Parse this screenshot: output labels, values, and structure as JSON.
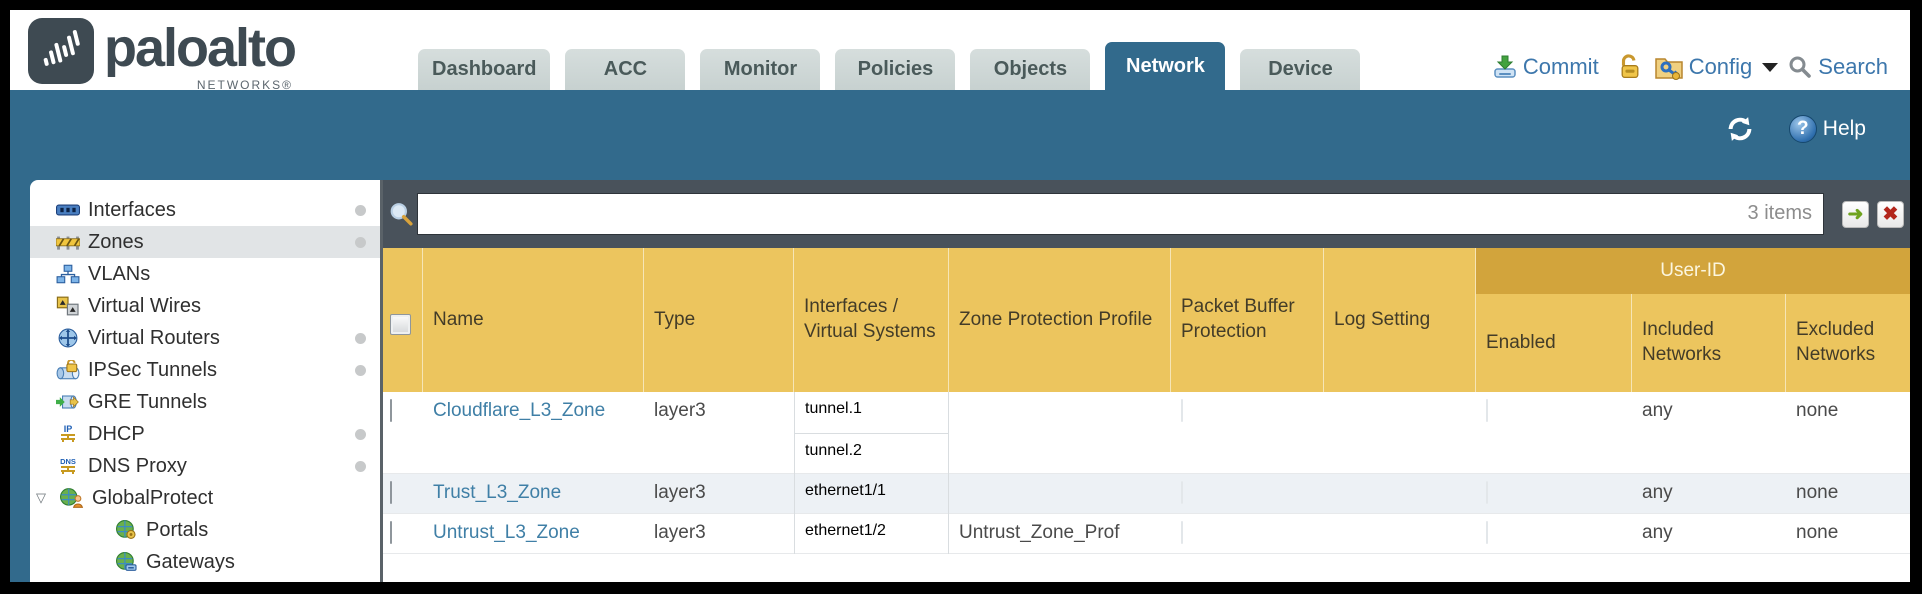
{
  "brand": {
    "name": "paloalto",
    "sub": "NETWORKS®"
  },
  "tabs": [
    {
      "label": "Dashboard",
      "active": false
    },
    {
      "label": "ACC",
      "active": false
    },
    {
      "label": "Monitor",
      "active": false
    },
    {
      "label": "Policies",
      "active": false
    },
    {
      "label": "Objects",
      "active": false
    },
    {
      "label": "Network",
      "active": true
    },
    {
      "label": "Device",
      "active": false
    }
  ],
  "utilities": {
    "commit_label": "Commit",
    "config_label": "Config",
    "search_label": "Search"
  },
  "banner": {
    "help_label": "Help"
  },
  "sidebar": {
    "items": [
      {
        "label": "Interfaces",
        "icon": "interfaces-icon",
        "dot": true
      },
      {
        "label": "Zones",
        "icon": "zones-icon",
        "dot": true,
        "selected": true
      },
      {
        "label": "VLANs",
        "icon": "vlans-icon",
        "dot": false
      },
      {
        "label": "Virtual Wires",
        "icon": "virtual-wires-icon",
        "dot": false
      },
      {
        "label": "Virtual Routers",
        "icon": "virtual-routers-icon",
        "dot": true
      },
      {
        "label": "IPSec Tunnels",
        "icon": "ipsec-tunnels-icon",
        "dot": true
      },
      {
        "label": "GRE Tunnels",
        "icon": "gre-tunnels-icon",
        "dot": false
      },
      {
        "label": "DHCP",
        "icon": "dhcp-icon",
        "dot": true
      },
      {
        "label": "DNS Proxy",
        "icon": "dns-proxy-icon",
        "dot": true
      },
      {
        "label": "GlobalProtect",
        "icon": "globalprotect-icon",
        "dot": false,
        "expanded": true
      },
      {
        "label": "Portals",
        "icon": "portals-icon",
        "dot": false,
        "child": true
      },
      {
        "label": "Gateways",
        "icon": "gateways-icon",
        "dot": false,
        "child": true
      }
    ]
  },
  "toolbar": {
    "items_count": "3 items"
  },
  "table": {
    "user_id_group": "User-ID",
    "columns": [
      "Name",
      "Type",
      "Interfaces / Virtual Systems",
      "Zone Protection Profile",
      "Packet Buffer Protection",
      "Log Setting",
      "Enabled",
      "Included Networks",
      "Excluded Networks"
    ],
    "rows": [
      {
        "name": "Cloudflare_L3_Zone",
        "type": "layer3",
        "interfaces": [
          "tunnel.1",
          "tunnel.2"
        ],
        "included_networks": "any",
        "excluded_networks": "none"
      },
      {
        "name": "Trust_L3_Zone",
        "type": "layer3",
        "interfaces": [
          "ethernet1/1"
        ],
        "included_networks": "any",
        "excluded_networks": "none"
      },
      {
        "name": "Untrust_L3_Zone",
        "type": "layer3",
        "interfaces": [
          "ethernet1/2"
        ],
        "zone_protection_profile": "Untrust_Zone_Prof",
        "included_networks": "any",
        "excluded_networks": "none"
      }
    ]
  },
  "colors": {
    "teal_band": "#326a8c",
    "header_gold": "#ecc55e",
    "user_id_band": "#d2a43c",
    "search_band": "#49525b",
    "link": "#3f7fa6",
    "brand_slate": "#3e4a52"
  }
}
